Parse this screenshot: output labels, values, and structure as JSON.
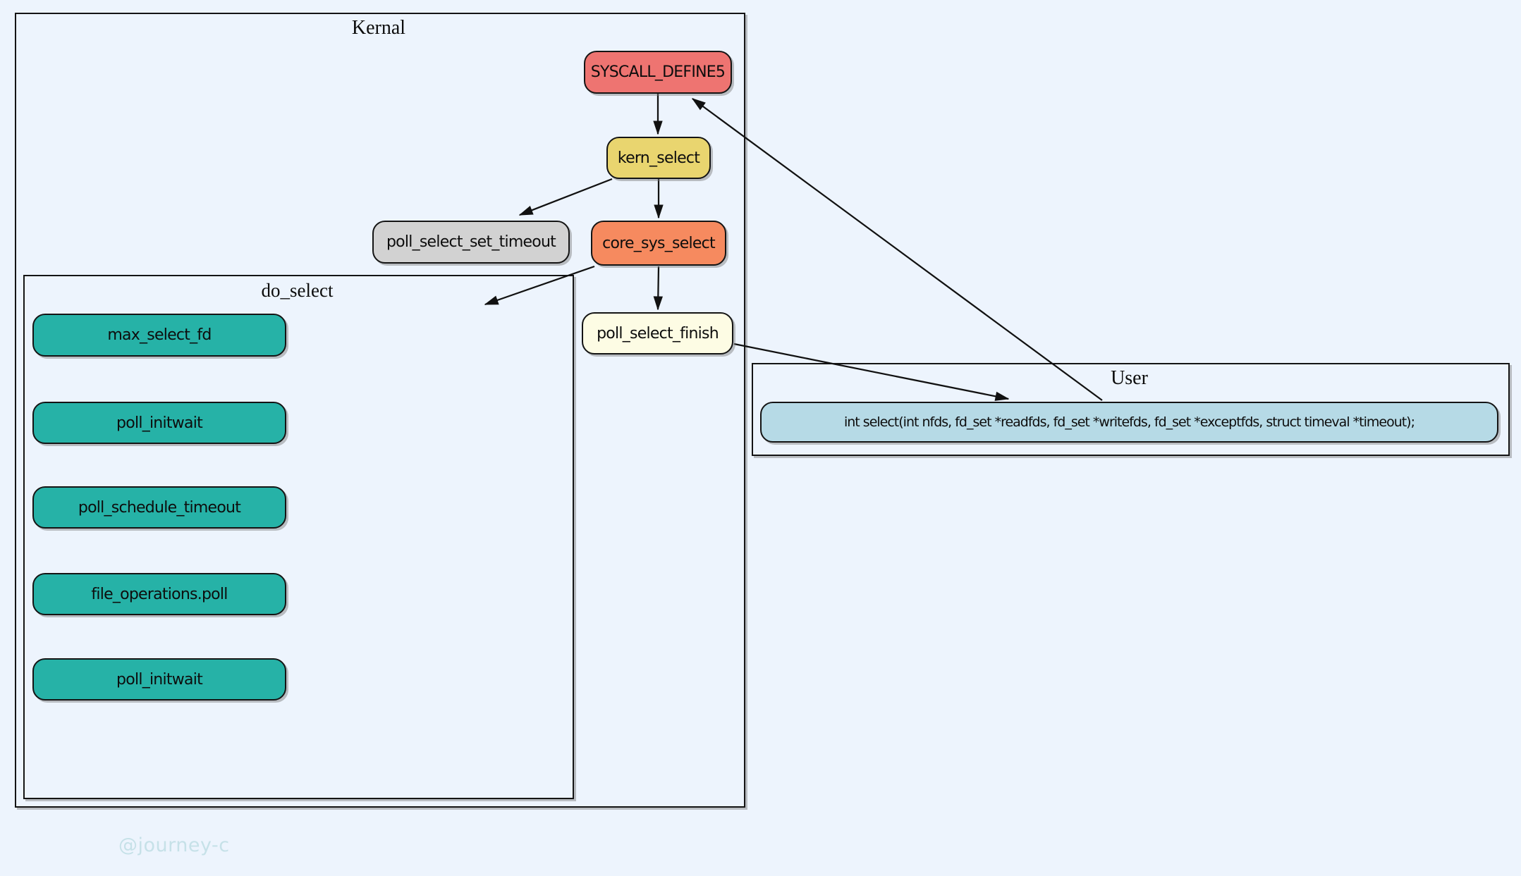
{
  "diagram": {
    "background_color": "#edf4fd",
    "watermark": "@journey-c",
    "clusters": {
      "kernal": {
        "label": "Kernal"
      },
      "do_select": {
        "label": "do_select"
      },
      "user": {
        "label": "User"
      }
    },
    "nodes": {
      "syscall_define5": {
        "label": "SYSCALL_DEFINE5",
        "color": "#ee7471"
      },
      "kern_select": {
        "label": "kern_select",
        "color": "#e9d56f"
      },
      "poll_select_set_timeout": {
        "label": "poll_select_set_timeout",
        "color": "#d2d2d2"
      },
      "core_sys_select": {
        "label": "core_sys_select",
        "color": "#f68a5f"
      },
      "poll_select_finish": {
        "label": "poll_select_finish",
        "color": "#fdfce4"
      },
      "max_select_fd": {
        "label": "max_select_fd",
        "color": "#26b2a7"
      },
      "poll_initwait": {
        "label": "poll_initwait",
        "color": "#26b2a7"
      },
      "poll_schedule_timeout": {
        "label": "poll_schedule_timeout",
        "color": "#26b2a7"
      },
      "file_operations_poll": {
        "label": "file_operations.poll",
        "color": "#26b2a7"
      },
      "poll_initwait_2": {
        "label": "poll_initwait",
        "color": "#26b2a7"
      },
      "user_select": {
        "label": "int select(int nfds, fd_set *readfds, fd_set *writefds, fd_set *exceptfds, struct timeval *timeout);",
        "color": "#b6dae6"
      }
    },
    "edges": [
      {
        "from": "SYSCALL_DEFINE5",
        "to": "kern_select"
      },
      {
        "from": "kern_select",
        "to": "poll_select_set_timeout"
      },
      {
        "from": "kern_select",
        "to": "core_sys_select"
      },
      {
        "from": "core_sys_select",
        "to": "poll_select_finish"
      },
      {
        "from": "core_sys_select",
        "to": "do_select"
      },
      {
        "from": "poll_select_finish",
        "to": "user_select"
      },
      {
        "from": "user_select",
        "to": "SYSCALL_DEFINE5"
      }
    ]
  }
}
